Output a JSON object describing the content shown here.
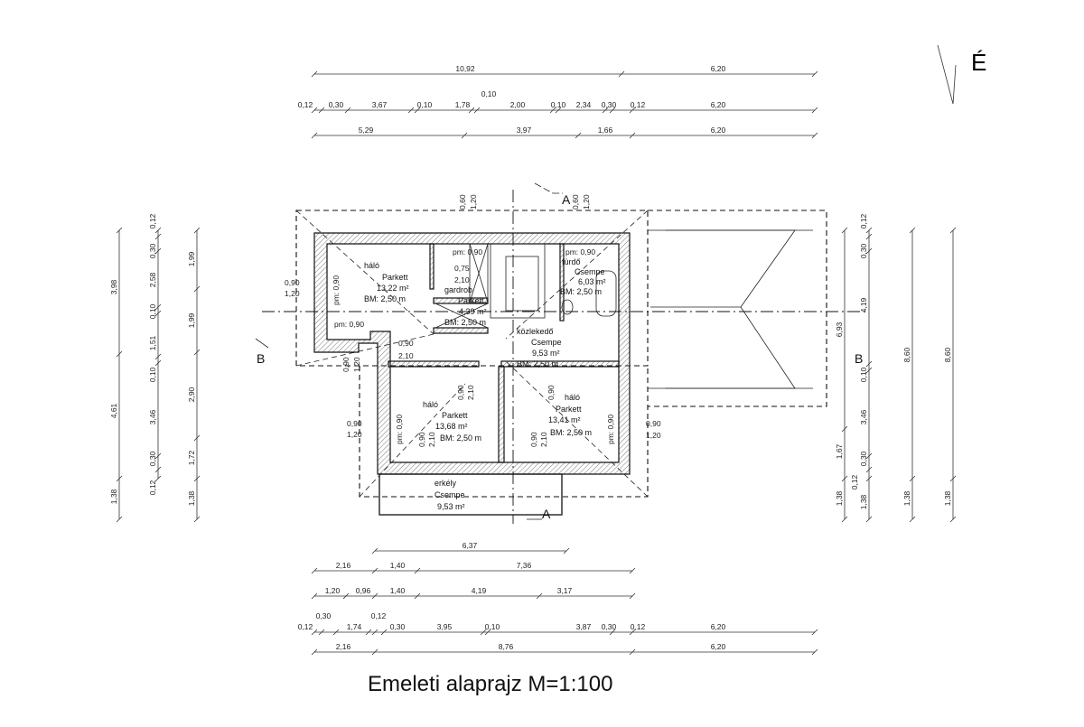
{
  "title": "Emeleti alaprajz M=1:100",
  "north_label": "É",
  "section_labels": {
    "a": "A",
    "b": "B"
  },
  "dims_top": {
    "row1": [
      "10,92",
      "6,20"
    ],
    "row2": [
      "0,12",
      "0,30",
      "3,67",
      "0,10",
      "1,78",
      "0,10",
      "2,00",
      "0,10",
      "2,34",
      "0,30",
      "0,12",
      "6,20"
    ],
    "row3": [
      "5,29",
      "3,97",
      "1,66",
      "6,20"
    ]
  },
  "dims_bottom": {
    "row1": [
      "6,37"
    ],
    "row2": [
      "2,16",
      "1,40",
      "7,36"
    ],
    "row3": [
      "1,20",
      "0,96",
      "1,40",
      "4,19",
      "3,17"
    ],
    "row4": [
      "0,12",
      "0,30",
      "1,74",
      "0,12",
      "0,30",
      "3,95",
      "0,10",
      "3,87",
      "0,30",
      "0,12",
      "6,20"
    ],
    "row5": [
      "2,16",
      "8,76",
      "6,20"
    ]
  },
  "dims_left": {
    "col1": [
      "3,98",
      "4,61",
      "1,38"
    ],
    "col2": [
      "0,12",
      "0,30",
      "2,58",
      "0,10",
      "1,51",
      "0,10",
      "3,46",
      "0,30",
      "0,12"
    ],
    "col3": [
      "1,99",
      "1,99",
      "2,90",
      "1,72",
      "1,38"
    ]
  },
  "dims_right": {
    "col1": [
      "6,93",
      "1,67",
      "1,38"
    ],
    "col2": [
      "0,12",
      "0,30",
      "4,19",
      "0,10",
      "3,46",
      "0,30",
      "0,12",
      "1,38"
    ],
    "col3": [
      "8,60",
      "1,38"
    ],
    "col4": [
      "8,60",
      "1,38"
    ]
  },
  "rooms": [
    {
      "name": "háló",
      "floor": "Parkett",
      "area": "13,22 m²",
      "height": "BM: 2,50 m"
    },
    {
      "name": "gardrob",
      "floor": "Parkett",
      "area": "4,39 m²",
      "height": "BM: 2,50 m"
    },
    {
      "name": "fürdő",
      "floor": "Csempe",
      "area": "6,03 m²",
      "height": "BM: 2,50 m"
    },
    {
      "name": "közlekedő",
      "floor": "Csempe",
      "area": "9,53 m²",
      "height": "BM: 2,50 m"
    },
    {
      "name": "háló",
      "floor": "Parkett",
      "area": "13,68 m²",
      "height": "BM: 2,50 m"
    },
    {
      "name": "háló",
      "floor": "Parkett",
      "area": "13,41 m²",
      "height": "BM: 2,50 m"
    },
    {
      "name": "erkély",
      "floor": "Csempe",
      "area": "9,53 m²"
    }
  ],
  "openings": {
    "pm": "pm: 0,90",
    "w090": "0,90",
    "w120": "1,20",
    "w075": "0,75",
    "w210": "2,10",
    "w060": "0,60"
  }
}
